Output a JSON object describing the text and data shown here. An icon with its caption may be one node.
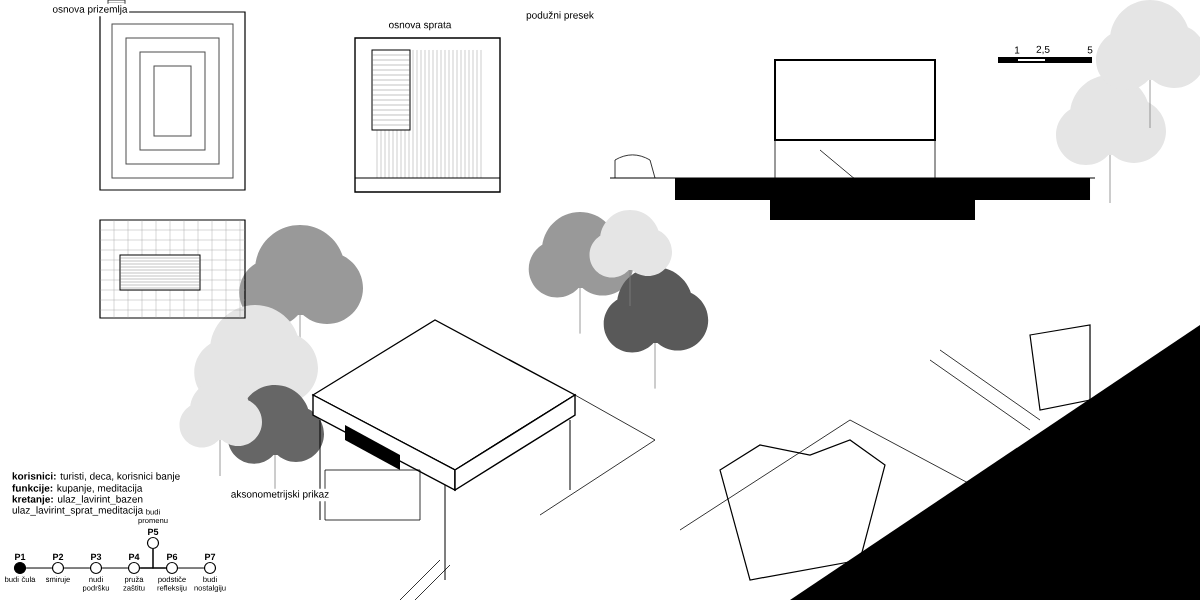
{
  "diagram": {
    "nodes": [
      {
        "text": [
          "P1"
        ],
        "beside": [
          "budi čula"
        ]
      },
      {
        "text": [
          "P2"
        ],
        "beside": [
          "smiruje"
        ]
      },
      {
        "text": [
          "P3"
        ],
        "beside": [
          "nudi podršku"
        ]
      },
      {
        "text": [
          "P4"
        ],
        "beside": [
          "pruža zaštitu"
        ]
      },
      {
        "text": [
          "P5"
        ],
        "beside": [
          "budi promenu"
        ]
      },
      {
        "text": [
          "P6"
        ],
        "beside": [
          "podstiče refleksiju"
        ]
      },
      {
        "text": [
          "P7"
        ],
        "beside": [
          "budi nostalgiju"
        ]
      }
    ],
    "edges": [
      {
        "from": 0,
        "to": 1,
        "arrow": "none"
      },
      {
        "from": 1,
        "to": 2,
        "arrow": "none"
      },
      {
        "from": 2,
        "to": 3,
        "arrow": "none"
      },
      {
        "from": 3,
        "to": 5,
        "arrow": "none"
      },
      {
        "from": 5,
        "to": 6,
        "arrow": "none"
      },
      {
        "from": 4,
        "to": 3,
        "arrow": "none"
      },
      {
        "from": 4,
        "to": 5,
        "arrow": "none"
      }
    ],
    "labels": [
      "osnova prizemlja",
      "osnova sprata",
      "podužni presek",
      "1",
      "2,5",
      "5",
      "**korisnici:** turisti, deca, korisnici banje",
      "**funkcije:** kupanje, meditacija",
      "aksonometrijski prikaz",
      "**kretanje:** ulaz_lavirint_bazen",
      "ulaz_lavirint_sprat_meditacija"
    ]
  }
}
